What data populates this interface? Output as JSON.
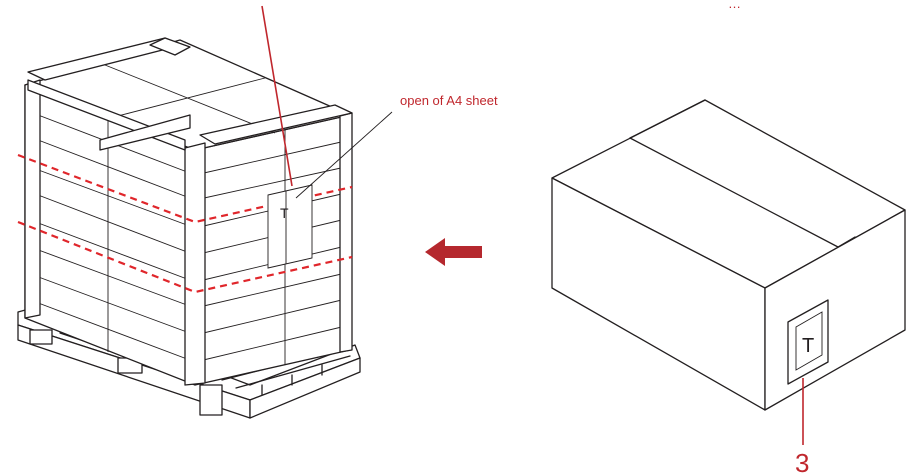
{
  "top_caption_fragment": "…",
  "callout_label": "open of A4 sheet",
  "box_label_number": "3",
  "label_letter": "T",
  "arrow_direction": "left",
  "colors": {
    "line": "#231f20",
    "callout": "#c0272d",
    "dashed_band": "#e0262b",
    "arrow": "#b5282e"
  }
}
